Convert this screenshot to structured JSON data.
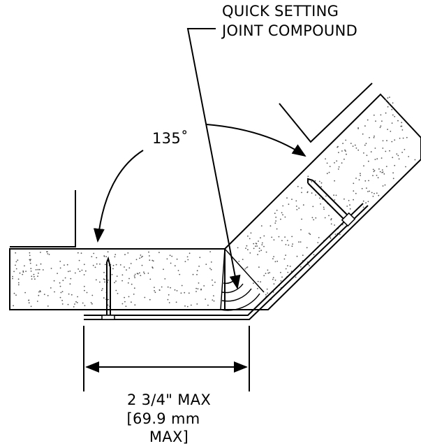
{
  "callout": {
    "line1": "QUICK SETTING",
    "line2": "JOINT COMPOUND"
  },
  "angle_label": "135˚",
  "dimension": {
    "line1": "2 3/4\" MAX",
    "line2": "[69.9 mm",
    "line3": "MAX]"
  }
}
